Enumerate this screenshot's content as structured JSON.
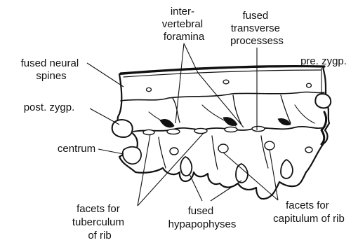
{
  "diagram": {
    "labels": {
      "inter_vertebral_foramina": [
        "inter-",
        "vertebral",
        "foramina"
      ],
      "fused_transverse_processes": [
        "fused",
        "transverse",
        "processess"
      ],
      "fused_neural_spines": [
        "fused neural",
        "spines"
      ],
      "pre_zygapophysis": "pre. zygp.",
      "post_zygapophysis": "post. zygp.",
      "centrum": "centrum",
      "facets_for_tuberculum": [
        "facets for",
        "tuberculum",
        "of rib"
      ],
      "fused_hypapophyses": [
        "fused",
        "hypapophyses"
      ],
      "facets_for_capitulum": [
        "facets for",
        "capitulum of rib"
      ]
    }
  }
}
